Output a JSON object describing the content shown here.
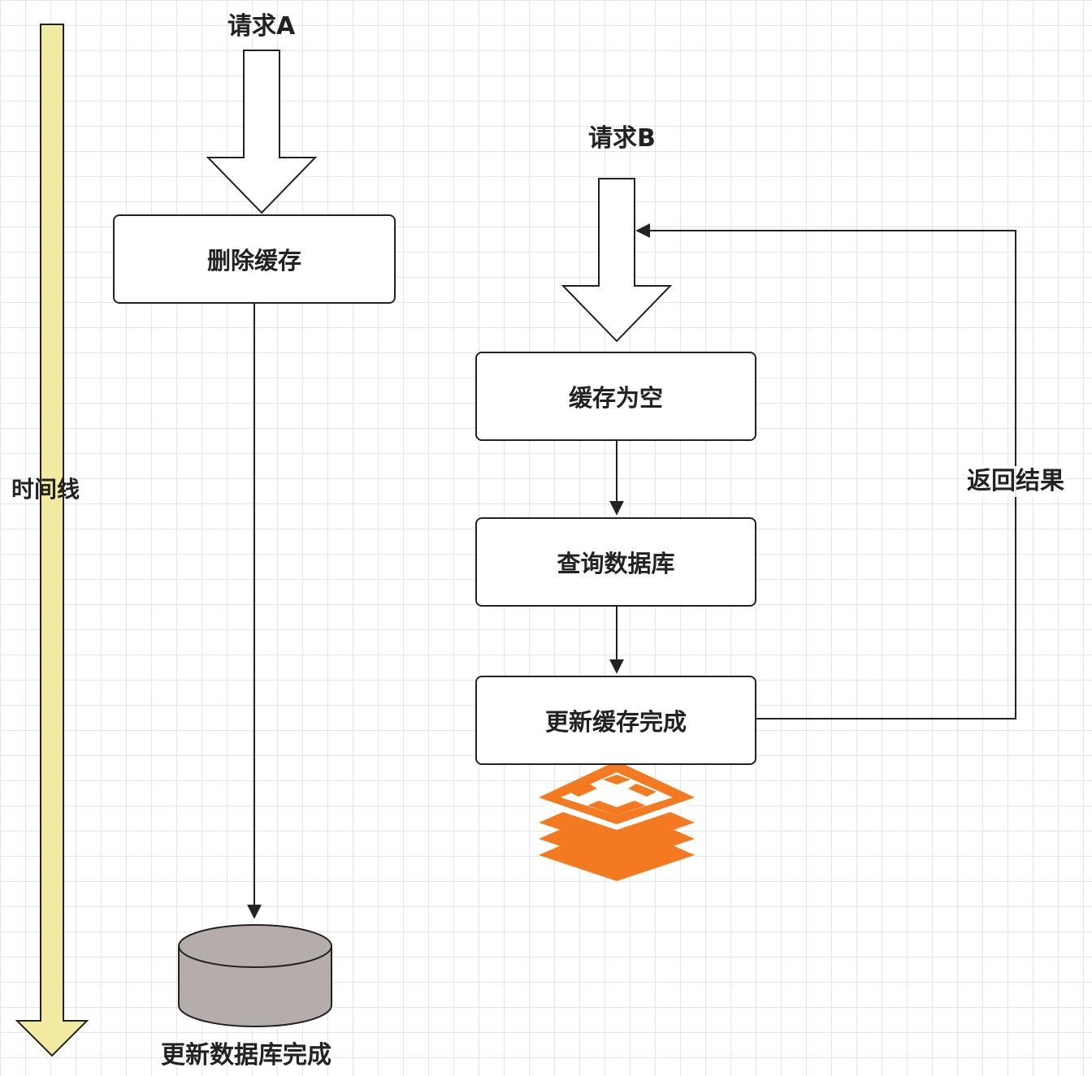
{
  "timeline": {
    "label": "时间线",
    "color": "#f1eaa0"
  },
  "request_a": {
    "title": "请求A",
    "step": "删除缓存",
    "result": "更新数据库完成"
  },
  "request_b": {
    "title": "请求B",
    "steps": [
      "缓存为空",
      "查询数据库",
      "更新缓存完成"
    ],
    "return_label": "返回结果"
  },
  "icons": {
    "redis": "redis-logo-icon",
    "database": "database-cylinder-icon"
  },
  "colors": {
    "line": "#222222",
    "database_fill": "#b5adab",
    "redis": "#f47a22"
  }
}
